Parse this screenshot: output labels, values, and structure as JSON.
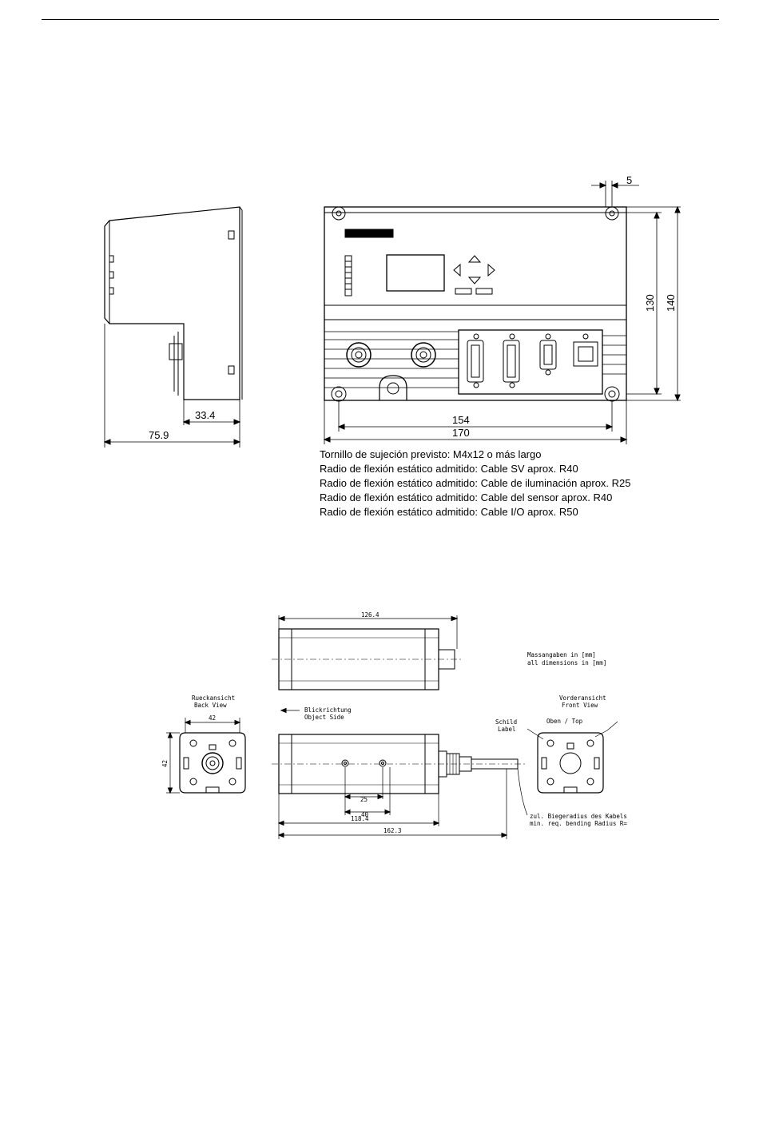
{
  "top_drawing": {
    "side_view_dims": {
      "depth_small": "33.4",
      "depth_total": "75.9"
    },
    "front_view_dims": {
      "mount_offset": "5",
      "height_inner": "130",
      "height_outer": "140",
      "width_inner": "154",
      "width_outer": "170"
    },
    "notes": [
      "Tornillo de sujeción previsto: M4x12 o más largo",
      "Radio de flexión estático admitido: Cable SV aprox. R40",
      "Radio de flexión estático admitido: Cable de iluminación aprox. R25",
      "Radio de flexión estático admitido: Cable del sensor aprox. R40",
      "Radio de flexión estático admitido: Cable I/O aprox. R50"
    ]
  },
  "bottom_drawing": {
    "top_view_length": "126.4",
    "units_note": [
      "Massangaben in [mm]",
      "all dimensions in [mm]"
    ],
    "back_view_title": [
      "Rueckansicht",
      "Back View"
    ],
    "back_view_dims": {
      "width": "42",
      "height": "42"
    },
    "object_side": [
      "Blickrichtung",
      "Object Side"
    ],
    "front_view_title": [
      "Vorderansicht",
      "Front View"
    ],
    "label_note": [
      "Schild",
      "Label"
    ],
    "top_note": "Oben / Top",
    "side_view_dims": {
      "hole_a": "25",
      "hole_b": "40",
      "body_length": "118.4",
      "total_length": "162.3"
    },
    "bend_note": [
      "zul. Biegeradius des Kabels",
      "min. req. bending Radius R="
    ]
  }
}
